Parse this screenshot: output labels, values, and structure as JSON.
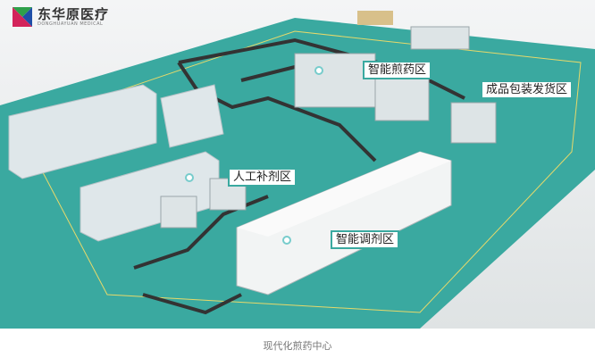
{
  "logo": {
    "name": "东华原医疗",
    "subtitle": "DONGHUAYUAN MEDICAL"
  },
  "labels": {
    "decoction": "智能煎药区",
    "packaging": "成品包装发货区",
    "manual": "人工补剂区",
    "dispensing": "智能调剂区"
  },
  "caption": "现代化煎药中心",
  "colors": {
    "floor": "#3aa9a0",
    "accent": "#3aa9a0"
  }
}
